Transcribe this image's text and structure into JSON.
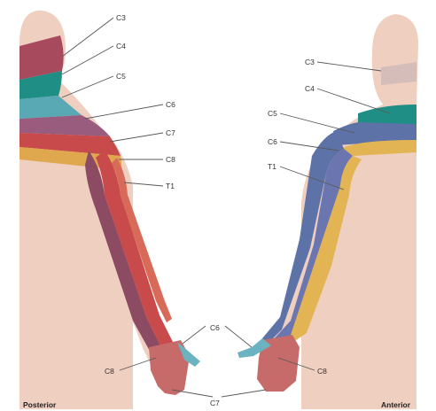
{
  "colors": {
    "skin": "#efcfc0",
    "skin_shadow": "#e2b6a3",
    "c3": "#a84a5e",
    "c4": "#1f8f86",
    "c5": "#58a9b4",
    "c6": "#9a5c7e",
    "c7": "#8c4a63",
    "c8": "#e0a84e",
    "t1": "#e3b453",
    "ant_c5": "#5d73a8",
    "ant_c6": "#6b75b0",
    "hand_lateral": "#6bb3c0",
    "hand_medial": "#c66a6a",
    "arm_red": "#c94a4a"
  },
  "posterior": {
    "view_label": "Posterior",
    "labels": {
      "c3": "C3",
      "c4": "C4",
      "c5": "C5",
      "c6": "C6",
      "c7": "C7",
      "c8": "C8",
      "t1": "T1"
    }
  },
  "anterior": {
    "view_label": "Anterior",
    "labels": {
      "c3": "C3",
      "c4": "C4",
      "c5": "C5",
      "c6": "C6",
      "t1": "T1"
    }
  },
  "hands": {
    "c6_label": "C6",
    "c7_label": "C7",
    "c8_left_label": "C8",
    "c8_right_label": "C8"
  }
}
